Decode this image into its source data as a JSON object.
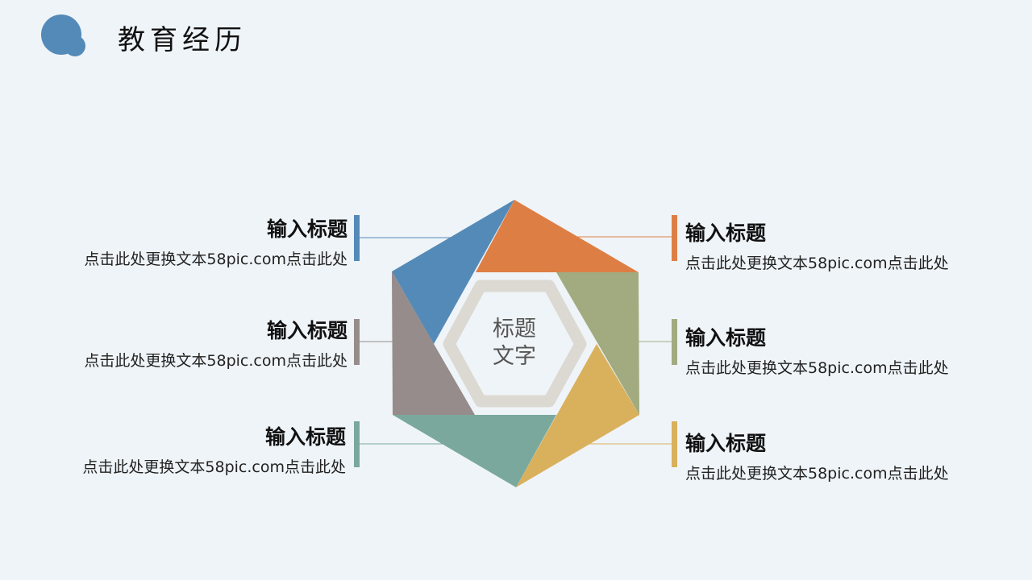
{
  "header": {
    "title": "教育经历"
  },
  "center": {
    "line1": "标题",
    "line2": "文字"
  },
  "items": [
    {
      "title": "输入标题",
      "desc": "点击此处更换文本58pic.com点击此处",
      "color": "#548ab8"
    },
    {
      "title": "输入标题",
      "desc": "点击此处更换文本58pic.com点击此处",
      "color": "#968c8b"
    },
    {
      "title": "输入标题",
      "desc": "点击此处更换文本58pic.com点击此处",
      "color": "#7aa89d"
    },
    {
      "title": "输入标题",
      "desc": "点击此处更换文本58pic.com点击此处",
      "color": "#dd7f45"
    },
    {
      "title": "输入标题",
      "desc": "点击此处更换文本58pic.com点击此处",
      "color": "#a2ab80"
    },
    {
      "title": "输入标题",
      "desc": "点击此处更换文本58pic.com点击此处",
      "color": "#d9b15c"
    }
  ]
}
